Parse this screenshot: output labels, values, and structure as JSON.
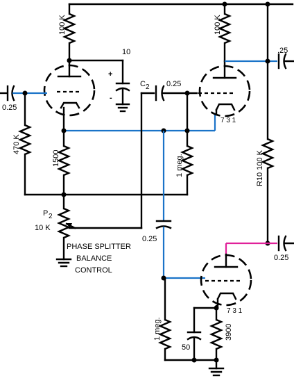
{
  "labels": {
    "r_plate_left": "100 K",
    "r_plate_right": "100 K",
    "r_grid_left": "470 K",
    "r_cathode": "1500",
    "r_grid_right": "1 meg.",
    "r10": "R10 100 K",
    "r_grid_bottom": "1 meg.",
    "r_cathode_bottom": "3900",
    "cap_bypass_value": "10",
    "cap_bypass_plus": "+",
    "cap_bypass_minus": "-",
    "cap_c2_prefix": "C",
    "cap_c2_sub": "2",
    "cap_c2_value": "0.25",
    "cap_input": "0.25",
    "cap_output_top": ".25",
    "cap_mid_coupling": "0.25",
    "cap_output_bottom": "0.25",
    "cap_bottom_cathode": "50",
    "pot_prefix": "P",
    "pot_sub": "2",
    "pot_value": "10 K",
    "caption_line1": "PHASE SPLITTER",
    "caption_line2": "BALANCE",
    "caption_line3": "CONTROL",
    "pin_mark": "7 3 1"
  },
  "colors": {
    "wire": "#000000",
    "blue_trace": "#1a73c8",
    "magenta_trace": "#e0219a",
    "background": "#ffffff"
  }
}
